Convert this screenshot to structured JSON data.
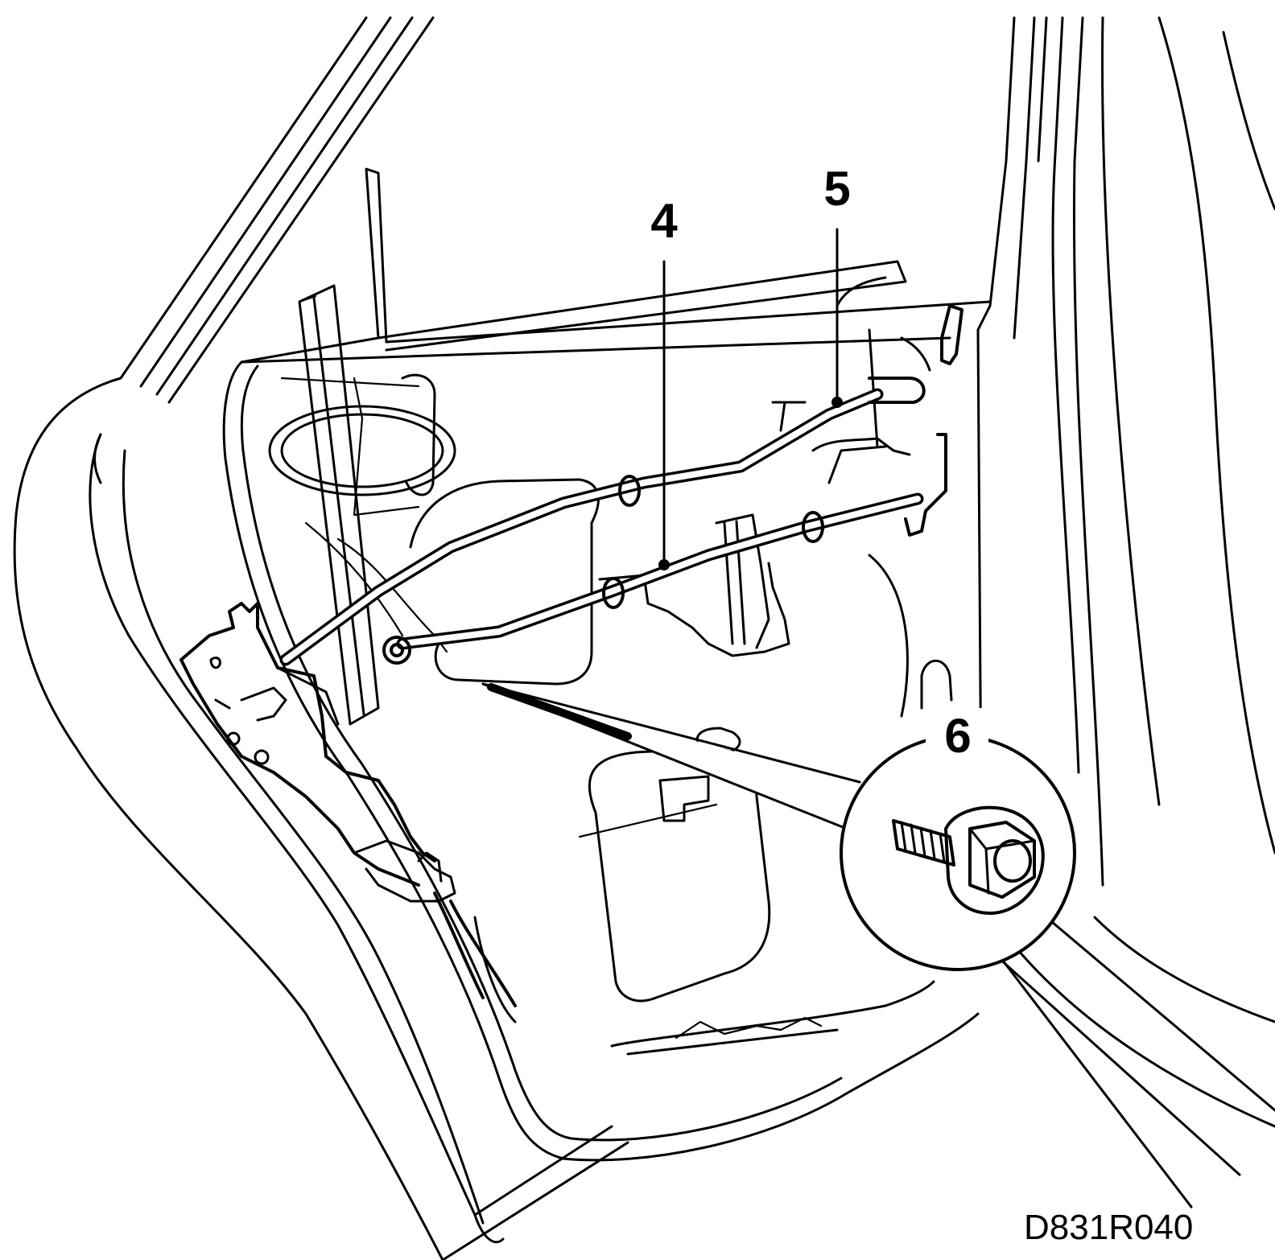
{
  "callouts": {
    "item4": "4",
    "item5": "5",
    "item6": "6"
  },
  "reference_code": "D831R040",
  "colors": {
    "line": "#000000",
    "background": "#ffffff"
  }
}
